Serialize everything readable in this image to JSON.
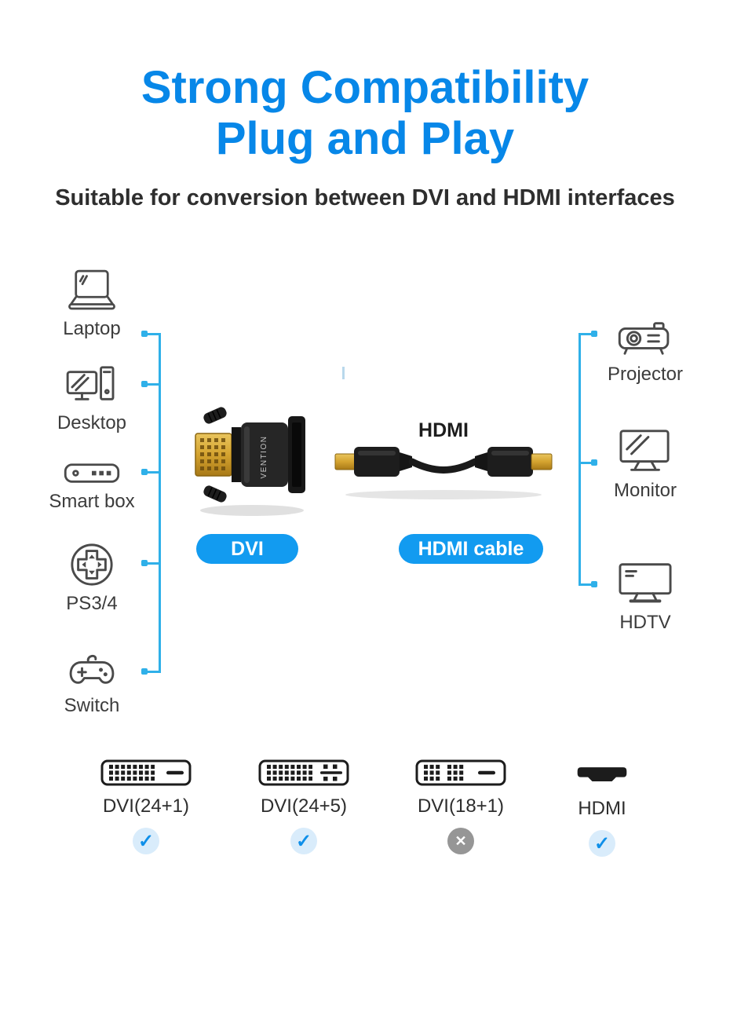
{
  "header": {
    "title_line1": "Strong Compatibility",
    "title_line2": "Plug and Play",
    "subtitle": "Suitable for conversion between DVI and HDMI interfaces"
  },
  "left_devices": [
    {
      "name": "laptop",
      "label": "Laptop"
    },
    {
      "name": "desktop",
      "label": "Desktop"
    },
    {
      "name": "smart-box",
      "label": "Smart box"
    },
    {
      "name": "ps3-4",
      "label": "PS3/4"
    },
    {
      "name": "switch",
      "label": "Switch"
    }
  ],
  "right_devices": [
    {
      "name": "projector",
      "label": "Projector"
    },
    {
      "name": "monitor",
      "label": "Monitor"
    },
    {
      "name": "hdtv",
      "label": "HDTV"
    }
  ],
  "products": {
    "adapter_brand_text": "VENTION",
    "adapter_tag": "DVI",
    "cable_overlay_text": "HDMI",
    "cable_tag": "HDMI cable"
  },
  "compatibility": [
    {
      "label": "DVI(24+1)",
      "supported": true,
      "status_symbol": "✓"
    },
    {
      "label": "DVI(24+5)",
      "supported": true,
      "status_symbol": "✓"
    },
    {
      "label": "DVI(18+1)",
      "supported": false,
      "status_symbol": "✕"
    },
    {
      "label": "HDMI",
      "supported": true,
      "status_symbol": "✓"
    }
  ],
  "colors": {
    "title_blue": "#0787e8",
    "pill_blue": "#129bf0",
    "line_blue": "#2fb0e9",
    "check_blue": "#0e8fe9",
    "check_bg": "#d9ecfb",
    "cross_gray": "#969696",
    "gold": "#d4a32f",
    "body_black": "#1d1d1d"
  }
}
